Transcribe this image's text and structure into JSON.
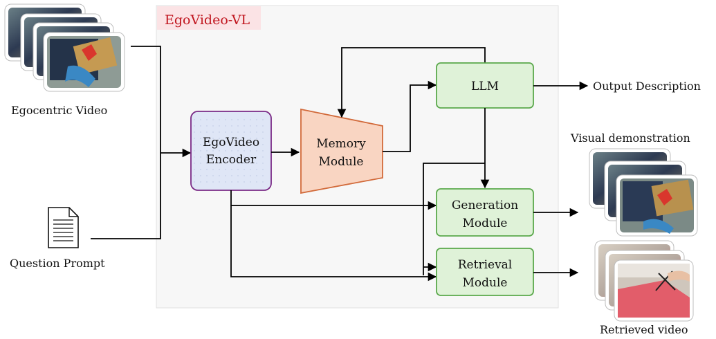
{
  "panel": {
    "title": "EgoVideo-VL",
    "title_color": "#c0151e"
  },
  "inputs": {
    "video_label": "Egocentric Video",
    "prompt_label": "Question Prompt"
  },
  "modules": {
    "encoder": {
      "line1": "EgoVideo",
      "line2": "Encoder",
      "fill": "#dfe6f6",
      "stroke": "#7a2a86"
    },
    "memory": {
      "line1": "Memory",
      "line2": "Module",
      "fill": "#f9d5c2",
      "stroke": "#d26a3a"
    },
    "llm": {
      "label": "LLM",
      "fill": "#dff2d8",
      "stroke": "#5aa84b"
    },
    "generation": {
      "line1": "Generation",
      "line2": "Module"
    },
    "retrieval": {
      "line1": "Retrieval",
      "line2": "Module"
    }
  },
  "outputs": {
    "description": "Output Description",
    "visual_demo": "Visual demonstration",
    "retrieved": "Retrieved video"
  }
}
